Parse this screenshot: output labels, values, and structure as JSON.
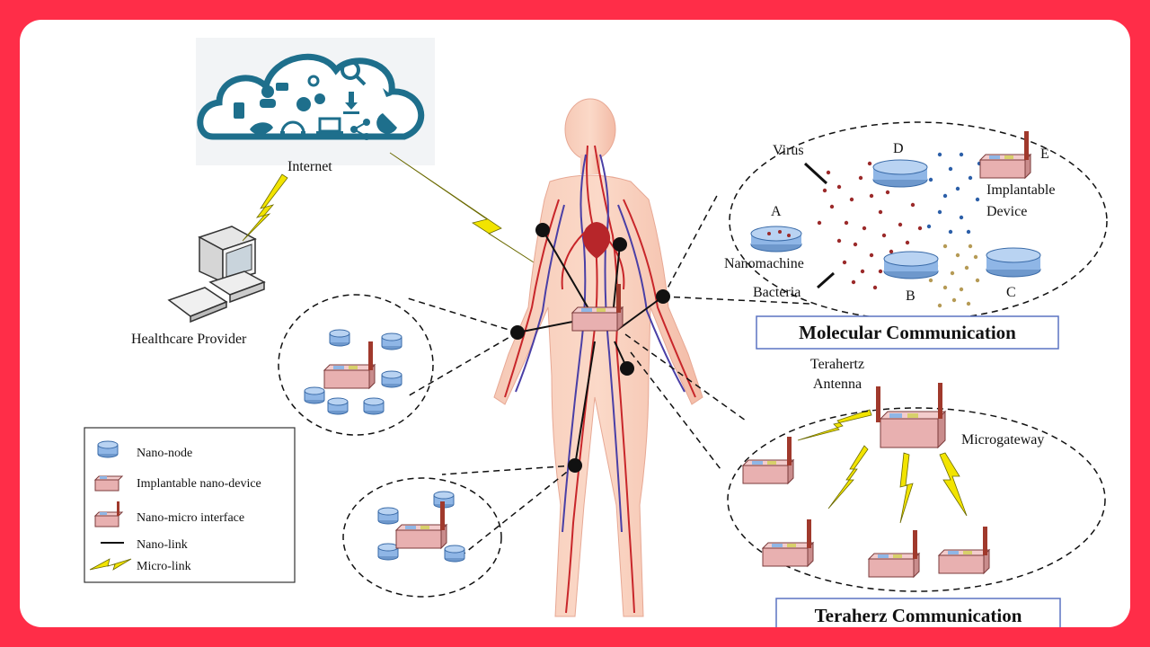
{
  "labels": {
    "internet": "Internet",
    "healthcare_provider": "Healthcare Provider",
    "virus": "Virus",
    "nanomachine": "Nanomachine",
    "bacteria": "Bacteria",
    "implantable_device_line1": "Implantable",
    "implantable_device_line2": "Device",
    "letter_a": "A",
    "letter_b": "B",
    "letter_c": "C",
    "letter_d": "D",
    "letter_e": "E",
    "terahertz_antenna_line1": "Terahertz",
    "terahertz_antenna_line2": "Antenna",
    "microgateway": "Microgateway"
  },
  "titles": {
    "molecular": "Molecular Communication",
    "terahertz": "Teraherz Communication"
  },
  "legend": {
    "nano_node": "Nano-node",
    "implantable_nano_device": "Implantable nano-device",
    "nano_micro_interface": "Nano-micro interface",
    "nano_link": "Nano-link",
    "micro_link": "Micro-link"
  },
  "colors": {
    "frame": "#ff2d48",
    "cloud": "#1e6f8c",
    "nano_node": "#8fb6e6",
    "device": "#e8b0b0",
    "antenna": "#a0392c",
    "micro_link": "#f2e400",
    "virus": "#9b2a2a",
    "bacteria": "#b59a55",
    "molecule": "#2c5fa8"
  }
}
